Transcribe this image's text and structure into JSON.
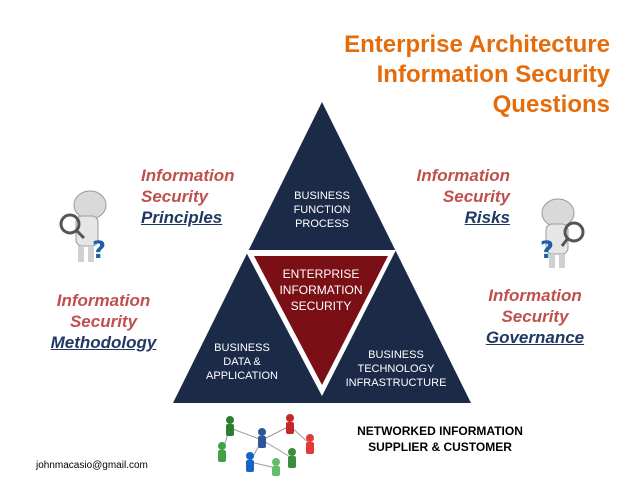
{
  "title": {
    "line1": "Enterprise Architecture",
    "line2": "Information Security",
    "line3": "Questions"
  },
  "categories": {
    "principles": {
      "line1": "Information",
      "line2": "Security",
      "line3": "Principles"
    },
    "risks": {
      "line1": "Information",
      "line2": "Security",
      "line3": "Risks"
    },
    "methodology": {
      "line1": "Information",
      "line2": "Security",
      "line3": "Methodology"
    },
    "governance": {
      "line1": "Information",
      "line2": "Security",
      "line3": "Governance"
    }
  },
  "triangle": {
    "top": {
      "line1": "BUSINESS",
      "line2": "FUNCTION",
      "line3": "PROCESS"
    },
    "center": {
      "line1": "ENTERPRISE",
      "line2": "INFORMATION",
      "line3": "SECURITY"
    },
    "left": {
      "line1": "BUSINESS",
      "line2": "DATA &",
      "line3": "APPLICATION"
    },
    "right": {
      "line1": "BUSINESS",
      "line2": "TECHNOLOGY",
      "line3": "INFRASTRUCTURE"
    }
  },
  "network": {
    "line1": "NETWORKED INFORMATION",
    "line2": "SUPPLIER & CUSTOMER"
  },
  "footer": {
    "email": "johnmacasio@gmail.com"
  },
  "colors": {
    "navy": "#1b2a47",
    "maroon": "#7b0f16",
    "orange": "#e46c0a",
    "red": "#c0504d",
    "blue": "#1f3864"
  },
  "icons": [
    "magnifier-figure-icon",
    "question-mark-icon",
    "people-network-icon"
  ]
}
